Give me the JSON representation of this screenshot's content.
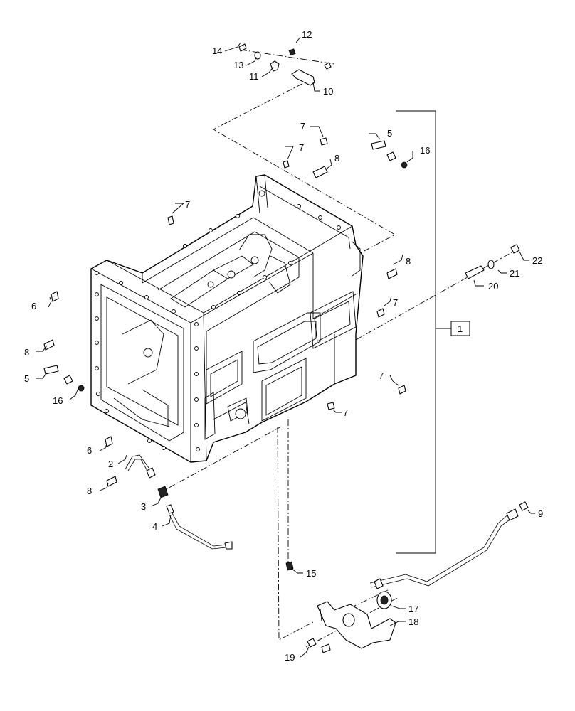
{
  "diagram": {
    "callouts": [
      {
        "id": "c12",
        "label": "12"
      },
      {
        "id": "c14",
        "label": "14"
      },
      {
        "id": "c13",
        "label": "13"
      },
      {
        "id": "c11",
        "label": "11"
      },
      {
        "id": "c10",
        "label": "10"
      },
      {
        "id": "c7a",
        "label": "7"
      },
      {
        "id": "c5a",
        "label": "5"
      },
      {
        "id": "c7b",
        "label": "7"
      },
      {
        "id": "c8a",
        "label": "8"
      },
      {
        "id": "c16a",
        "label": "16"
      },
      {
        "id": "c7c",
        "label": "7"
      },
      {
        "id": "c22",
        "label": "22"
      },
      {
        "id": "c21",
        "label": "21"
      },
      {
        "id": "c20",
        "label": "20"
      },
      {
        "id": "c8b",
        "label": "8"
      },
      {
        "id": "c7d",
        "label": "7"
      },
      {
        "id": "c1",
        "label": "1"
      },
      {
        "id": "c6a",
        "label": "6"
      },
      {
        "id": "c8c",
        "label": "8"
      },
      {
        "id": "c5b",
        "label": "5"
      },
      {
        "id": "c16b",
        "label": "16"
      },
      {
        "id": "c7e",
        "label": "7"
      },
      {
        "id": "c7f",
        "label": "7"
      },
      {
        "id": "c6b",
        "label": "6"
      },
      {
        "id": "c2",
        "label": "2"
      },
      {
        "id": "c8d",
        "label": "8"
      },
      {
        "id": "c3",
        "label": "3"
      },
      {
        "id": "c4",
        "label": "4"
      },
      {
        "id": "c9",
        "label": "9"
      },
      {
        "id": "c15",
        "label": "15"
      },
      {
        "id": "c17",
        "label": "17"
      },
      {
        "id": "c18",
        "label": "18"
      },
      {
        "id": "c19",
        "label": "19"
      }
    ]
  }
}
